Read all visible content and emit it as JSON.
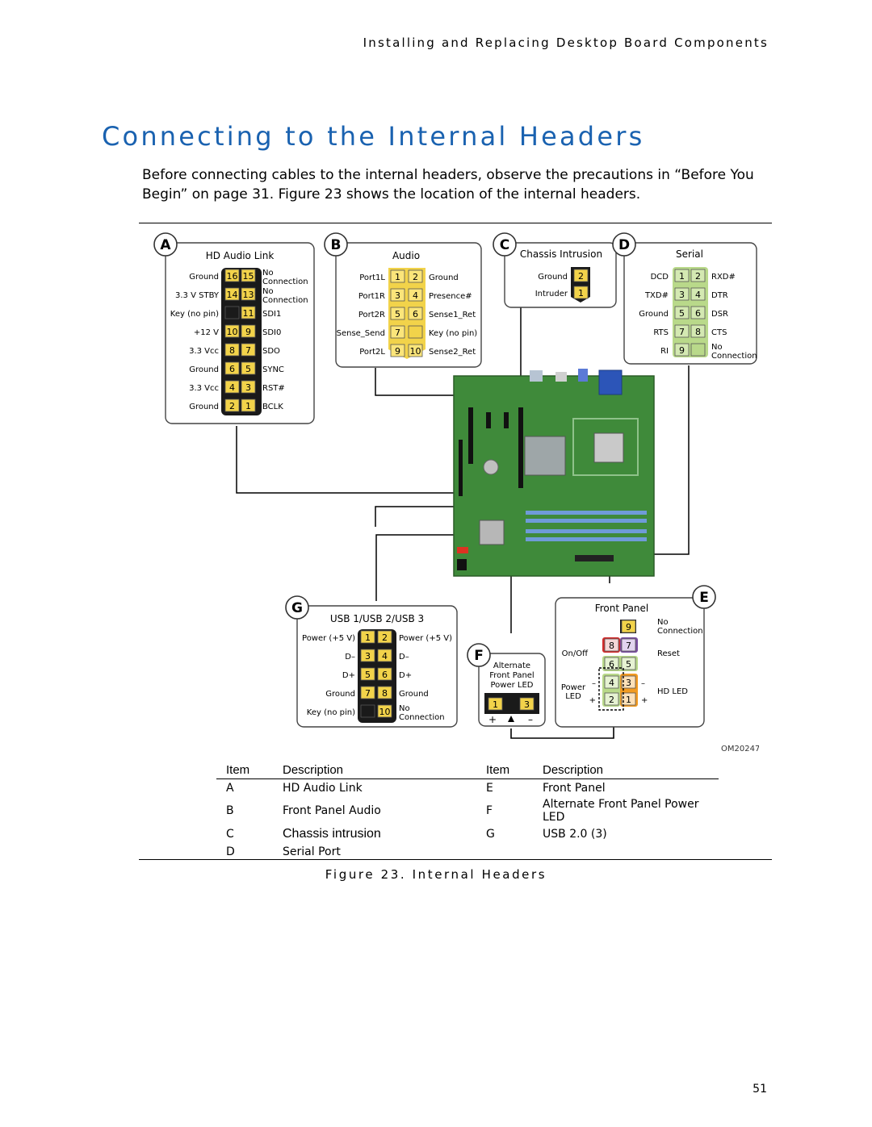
{
  "running_head": "Installing and Replacing Desktop Board Components",
  "title": "Connecting to the Internal Headers",
  "intro": "Before connecting cables to the internal headers, observe the precautions in “Before You Begin” on page 31.  Figure 23 shows the location of the internal headers.",
  "diagram": {
    "figure_id": "OM20247",
    "panels": {
      "A": {
        "letter": "A",
        "title": "HD Audio Link",
        "rows": [
          {
            "left": "Ground",
            "pin_a": "16",
            "pin_b": "15",
            "right": "No Connection"
          },
          {
            "left": "3.3 V STBY",
            "pin_a": "14",
            "pin_b": "13",
            "right": "No Connection"
          },
          {
            "left": "Key (no pin)",
            "pin_a": "",
            "pin_b": "11",
            "right": "SDI1"
          },
          {
            "left": "+12 V",
            "pin_a": "10",
            "pin_b": "9",
            "right": "SDI0"
          },
          {
            "left": "3.3 Vcc",
            "pin_a": "8",
            "pin_b": "7",
            "right": "SDO"
          },
          {
            "left": "Ground",
            "pin_a": "6",
            "pin_b": "5",
            "right": "SYNC"
          },
          {
            "left": "3.3 Vcc",
            "pin_a": "4",
            "pin_b": "3",
            "right": "RST#"
          },
          {
            "left": "Ground",
            "pin_a": "2",
            "pin_b": "1",
            "right": "BCLK"
          }
        ]
      },
      "B": {
        "letter": "B",
        "title": "Audio",
        "rows": [
          {
            "left": "Port1L",
            "pin_a": "1",
            "pin_b": "2",
            "right": "Ground"
          },
          {
            "left": "Port1R",
            "pin_a": "3",
            "pin_b": "4",
            "right": "Presence#"
          },
          {
            "left": "Port2R",
            "pin_a": "5",
            "pin_b": "6",
            "right": "Sense1_Ret"
          },
          {
            "left": "Sense_Send",
            "pin_a": "7",
            "pin_b": "",
            "right": "Key (no pin)"
          },
          {
            "left": "Port2L",
            "pin_a": "9",
            "pin_b": "10",
            "right": "Sense2_Ret"
          }
        ]
      },
      "C": {
        "letter": "C",
        "title": "Chassis Intrusion",
        "rows": [
          {
            "left": "Ground",
            "pin": "2"
          },
          {
            "left": "Intruder",
            "pin": "1"
          }
        ]
      },
      "D": {
        "letter": "D",
        "title": "Serial",
        "rows": [
          {
            "left": "DCD",
            "pin_a": "1",
            "pin_b": "2",
            "right": "RXD#"
          },
          {
            "left": "TXD#",
            "pin_a": "3",
            "pin_b": "4",
            "right": "DTR"
          },
          {
            "left": "Ground",
            "pin_a": "5",
            "pin_b": "6",
            "right": "DSR"
          },
          {
            "left": "RTS",
            "pin_a": "7",
            "pin_b": "8",
            "right": "CTS"
          },
          {
            "left": "RI",
            "pin_a": "9",
            "pin_b": "",
            "right": "No Connection"
          }
        ]
      },
      "E": {
        "letter": "E",
        "title": "Front Panel",
        "labels": {
          "no_connection": "No Connection",
          "on_off": "On/Off",
          "reset": "Reset",
          "power_led_1": "Power",
          "power_led_2": "LED",
          "hd_led": "HD LED",
          "minus": "–",
          "plus": "+"
        },
        "pins": [
          "9",
          "8",
          "7",
          "6",
          "5",
          "4",
          "3",
          "2",
          "1"
        ]
      },
      "F": {
        "letter": "F",
        "title_lines": [
          "Alternate",
          "Front Panel",
          "Power LED"
        ],
        "pins": [
          "1",
          "3"
        ],
        "plus": "+",
        "minus": "–"
      },
      "G": {
        "letter": "G",
        "title": "USB 1/USB 2/USB 3",
        "rows": [
          {
            "left": "Power (+5 V)",
            "pin_a": "1",
            "pin_b": "2",
            "right": "Power (+5 V)"
          },
          {
            "left": "D–",
            "pin_a": "3",
            "pin_b": "4",
            "right": "D–"
          },
          {
            "left": "D+",
            "pin_a": "5",
            "pin_b": "6",
            "right": "D+"
          },
          {
            "left": "Ground",
            "pin_a": "7",
            "pin_b": "8",
            "right": "Ground"
          },
          {
            "left": "Key (no pin)",
            "pin_a": "",
            "pin_b": "10",
            "right": "No Connection"
          }
        ]
      }
    }
  },
  "table": {
    "headers": [
      "Item",
      "Description",
      "Item",
      "Description"
    ],
    "rows": [
      [
        "A",
        "HD Audio Link",
        "E",
        "Front Panel"
      ],
      [
        "B",
        "Front Panel Audio",
        "F",
        "Alternate Front Panel Power LED"
      ],
      [
        "C",
        "Chassis intrusion",
        "G",
        "USB 2.0 (3)"
      ],
      [
        "D",
        "Serial Port",
        "",
        ""
      ]
    ]
  },
  "caption": "Figure 23.  Internal Headers",
  "page_number": "51",
  "colors": {
    "title_blue": "#1a62b0",
    "pin_yellow": "#f2d34a",
    "pin_green": "#b9d98a",
    "pin_black": "#1a1a1a",
    "board_green": "#3f8a3a",
    "led_red": "#d22b2b",
    "led_purple": "#7a4fa0",
    "led_orange": "#f29b22"
  }
}
